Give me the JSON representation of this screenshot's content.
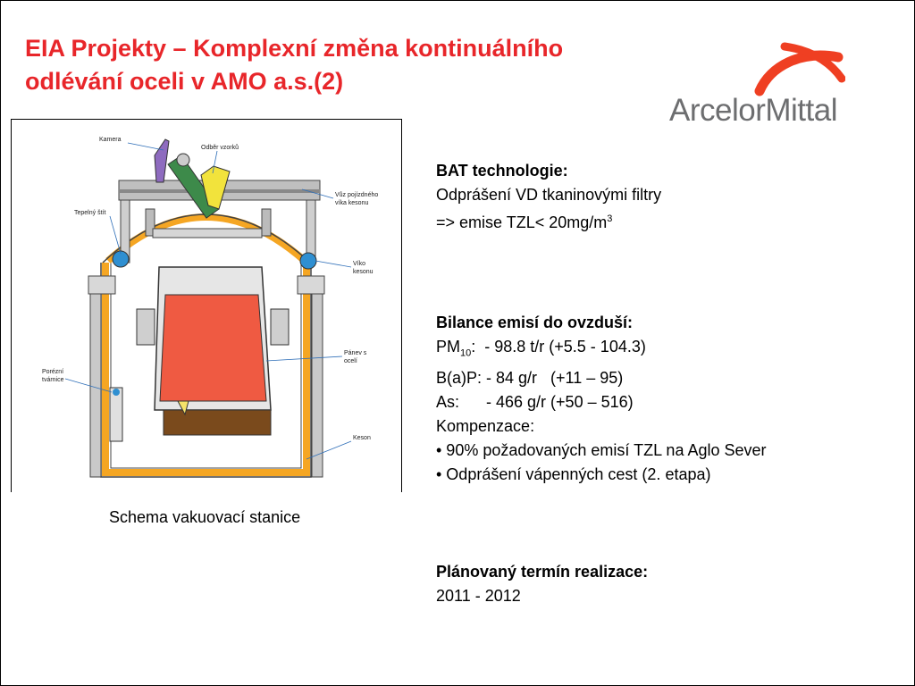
{
  "title": {
    "line1": "EIA Projekty – Komplexní změna kontinuálního",
    "line2": "odlévání oceli v AMO a.s.(2)"
  },
  "logo": {
    "text": "ArcelorMittal",
    "color": "#ef3f22",
    "text_color": "#6d6e70"
  },
  "diagram": {
    "caption": "Schema vakuovací stanice",
    "labels": {
      "kamera": "Kamera",
      "odber_vzorku": "Odběr vzorků",
      "vuz_line1": "Vůz pojízdného",
      "vuz_line2": "víka kesonu",
      "tepelny_stit": "Tepelný štít",
      "viko_line1": "Víko",
      "viko_line2": "kesonu",
      "panev_line1": "Pánev s",
      "panev_line2": "ocelí",
      "porezni_line1": "Porézní",
      "porezni_line2": "tvárnice",
      "keson": "Keson"
    }
  },
  "bat": {
    "heading": "BAT technologie:",
    "line1": "Odprášení VD tkaninovými filtry",
    "line2_prefix": "=> emise TZL< 20mg/m",
    "line2_sup": "3"
  },
  "bilance": {
    "heading": "Bilance emisí do ovzduší:",
    "pm_prefix": "PM",
    "pm_sub": "10",
    "pm_value": ":  - 98.8 t/r (+5.5 - 104.3)",
    "bap": "B(a)P: - 84 g/r   (+11 – 95)",
    "as": "As:      - 466 g/r (+50 – 516)",
    "kompenzace": "Kompenzace:",
    "bullet1": "• 90% požadovaných emisí TZL na Aglo Sever",
    "bullet2": "• Odprášení vápenných cest (2. etapa)"
  },
  "termin": {
    "heading": "Plánovaný termín realizace:",
    "value": "2011 - 2012"
  }
}
